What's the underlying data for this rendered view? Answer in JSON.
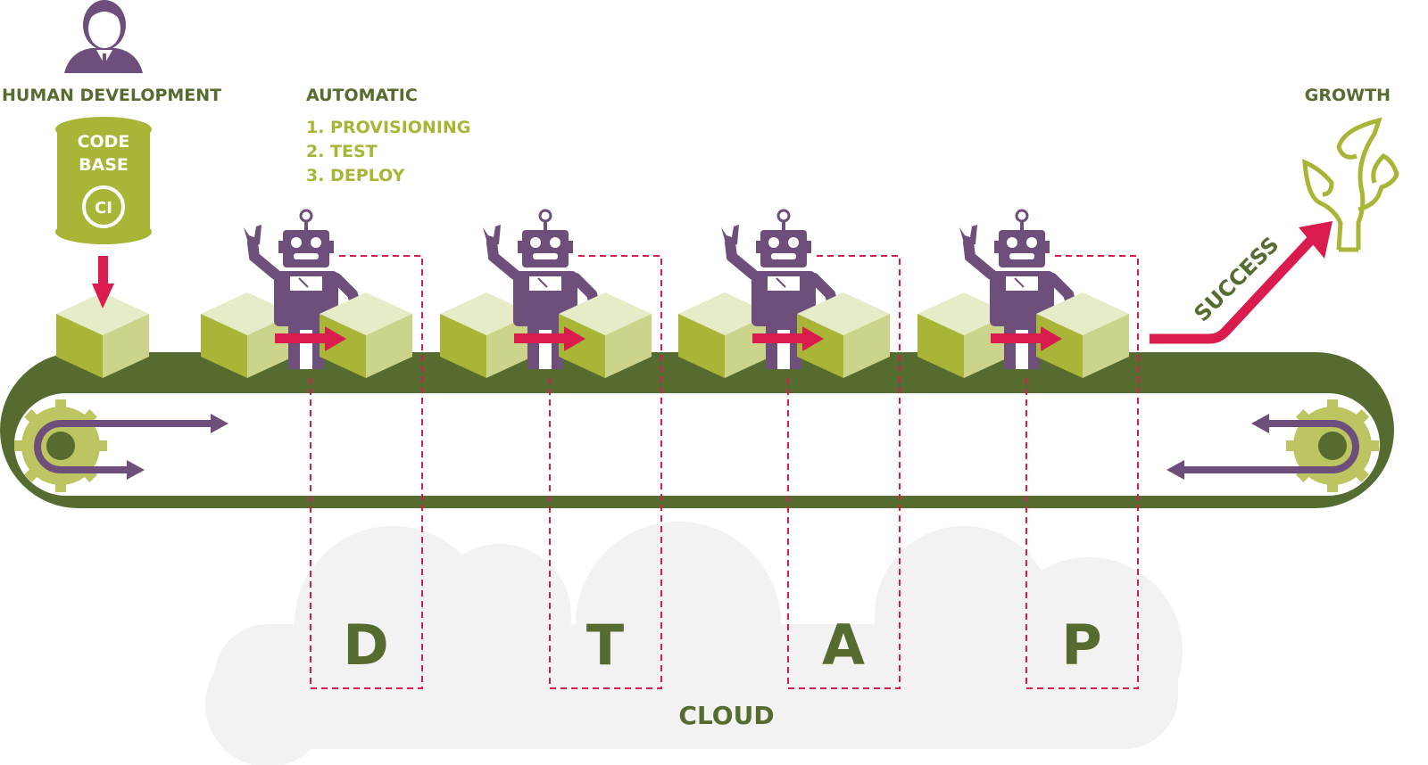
{
  "labels": {
    "human_development": "HUMAN DEVELOPMENT",
    "automatic": "AUTOMATIC",
    "steps": [
      "1. PROVISIONING",
      "2. TEST",
      "3. DEPLOY"
    ],
    "code_base_line1": "CODE",
    "code_base_line2": "BASE",
    "ci": "CI",
    "growth": "GROWTH",
    "success": "SUCCESS",
    "cloud": "CLOUD",
    "stages": [
      "D",
      "T",
      "A",
      "P"
    ]
  },
  "colors": {
    "dark_green": "#566b2f",
    "light_green": "#a8b536",
    "pale_green": "#e6ebc8",
    "mid_green": "#cbd48a",
    "purple": "#6e4f7b",
    "red": "#d91c4d",
    "cloud": "#f1f2f1"
  },
  "icons": [
    "person-icon",
    "database-icon",
    "ci-cycle-icon",
    "robot-icon",
    "cube-icon",
    "gear-icon",
    "plant-icon"
  ]
}
